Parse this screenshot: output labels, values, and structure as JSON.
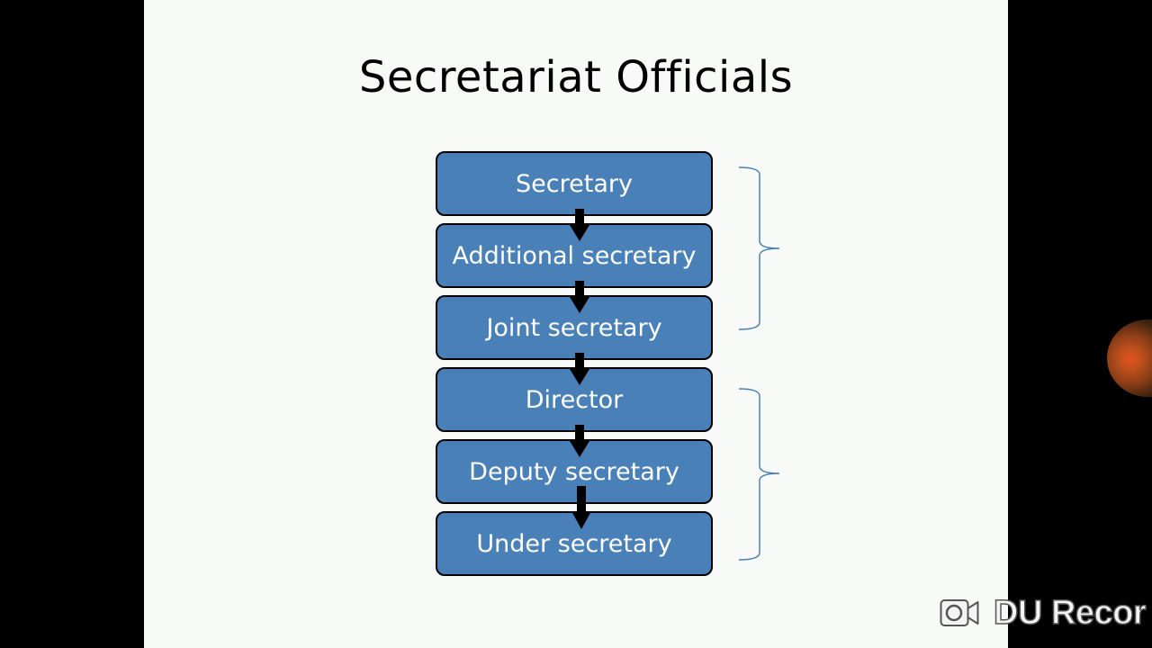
{
  "slide": {
    "title": "Secretariat Officials",
    "hierarchy": [
      "Secretary",
      "Additional secretary",
      "Joint secretary",
      "Director",
      "Deputy secretary",
      "Under secretary"
    ]
  },
  "watermark": {
    "text": "DU Recor",
    "icon": "video-camera-icon"
  },
  "colors": {
    "box_fill": "#4a80b8",
    "box_border": "#000000",
    "bracket": "#4a80b8",
    "slide_background": "#f7faf6"
  }
}
